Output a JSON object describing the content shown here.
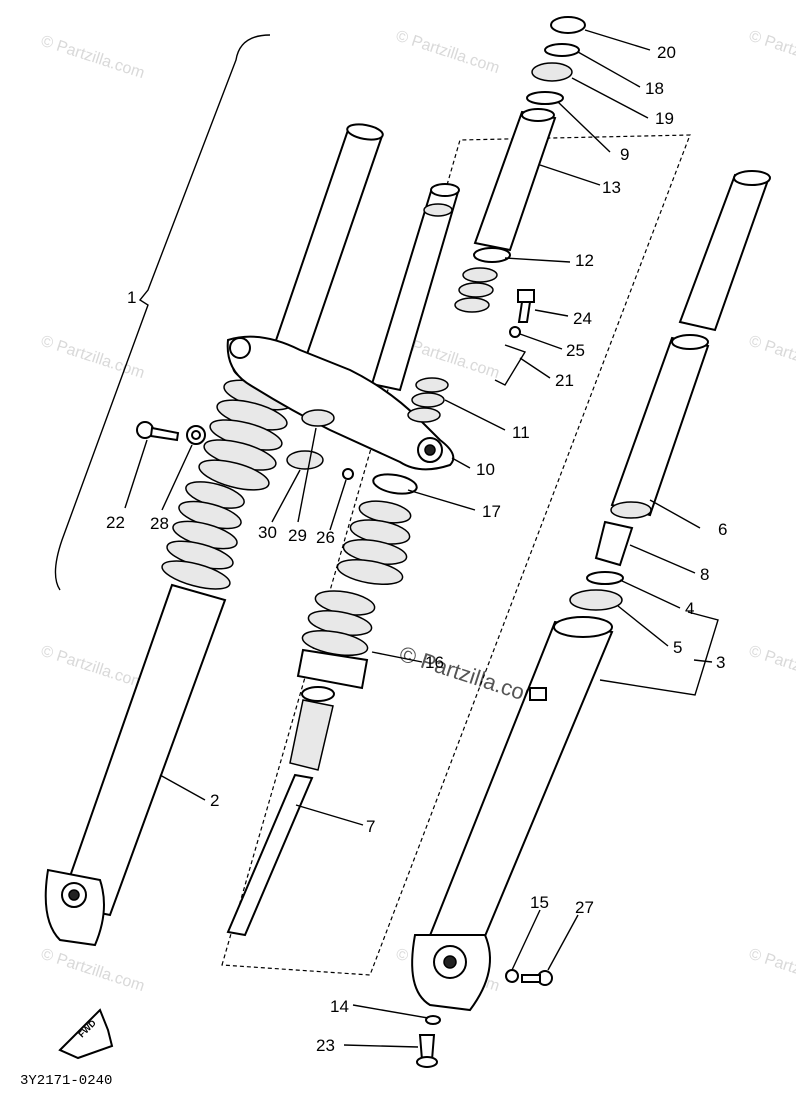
{
  "diagram": {
    "code": "3Y2171-0240",
    "fwd_label": "FWD",
    "watermark_small": "© Partzilla.com",
    "watermark_center": "© Partzilla.com"
  },
  "callouts": {
    "c1": "1",
    "c2": "2",
    "c3": "3",
    "c4": "4",
    "c5": "5",
    "c6": "6",
    "c7": "7",
    "c8": "8",
    "c9": "9",
    "c10": "10",
    "c11": "11",
    "c12": "12",
    "c13": "13",
    "c14": "14",
    "c15": "15",
    "c16": "16",
    "c17": "17",
    "c18": "18",
    "c19": "19",
    "c20": "20",
    "c21": "21",
    "c22": "22",
    "c23": "23",
    "c24": "24",
    "c25": "25",
    "c26": "26",
    "c27": "27",
    "c28": "28",
    "c29": "29",
    "c30": "30"
  }
}
